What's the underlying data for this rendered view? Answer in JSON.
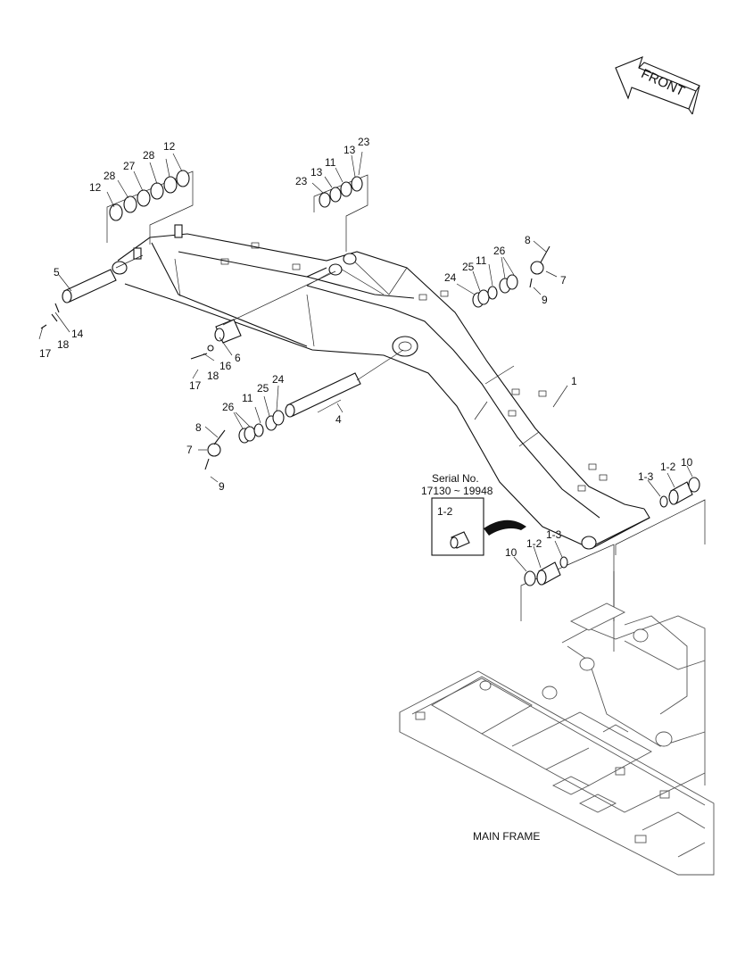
{
  "front_arrow": {
    "label": "FRONT"
  },
  "serial_note": {
    "line1": "Serial No.",
    "line2": "17130 ~ 19948",
    "part": "1-2"
  },
  "main_frame": {
    "label": "MAIN FRAME"
  },
  "callouts": {
    "c1": "1",
    "c1_2_top": "1-2",
    "c1_3_top": "1-3",
    "c10_top": "10",
    "c1_2_bot": "1-2",
    "c1_3_bot": "1-3",
    "c10_bot": "10",
    "c4": "4",
    "c5": "5",
    "c6": "6",
    "c7_left": "7",
    "c7_right": "7",
    "c8_left": "8",
    "c8_right": "8",
    "c9_left": "9",
    "c9_right": "9",
    "c11_left": "11",
    "c11_right": "11",
    "c11_top": "11",
    "c12_a": "12",
    "c12_b": "12",
    "c13_a": "13",
    "c13_b": "13",
    "c14": "14",
    "c16": "16",
    "c17_a": "17",
    "c17_b": "17",
    "c18_a": "18",
    "c18_b": "18",
    "c23_a": "23",
    "c23_b": "23",
    "c24_left": "24",
    "c24_right": "24",
    "c25_left": "25",
    "c25_right": "25",
    "c26_left": "26",
    "c26_right": "26",
    "c27": "27",
    "c28_a": "28",
    "c28_b": "28"
  }
}
